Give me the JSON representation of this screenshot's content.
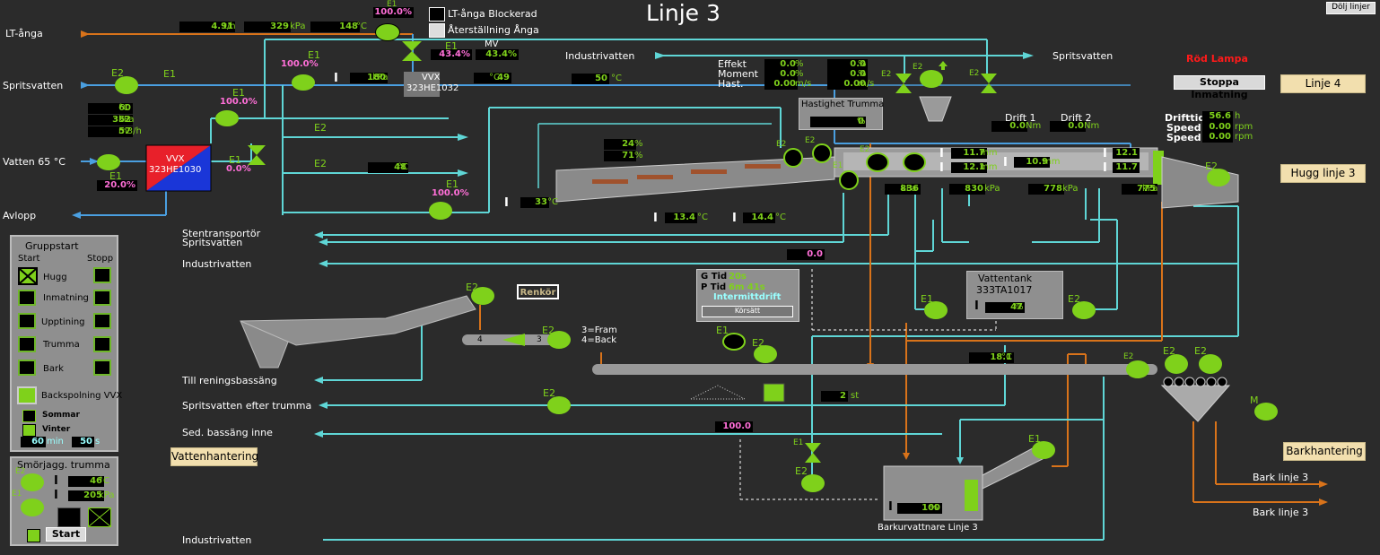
{
  "title": "Linje 3",
  "hide_button": "Dölj linjer",
  "checkboxes": {
    "lt_blocked": "LT-ånga Blockerad",
    "reset_steam": "Återställning Ånga"
  },
  "left_labels": {
    "lt_anga": "LT-ånga",
    "spritsvatten": "Spritsvatten",
    "vatten65": "Vatten 65 °C",
    "avlopp": "Avlopp",
    "stentransport": "Stentransportör",
    "spritsvatten2": "Spritsvatten",
    "industrivatten": "Industrivatten",
    "till_rening": "Till reningsbassäng",
    "sprits_efter": "Spritsvatten efter trumma",
    "sed_bassang": "Sed. bassäng inne",
    "industrivatten_bottom": "Industrivatten"
  },
  "right_labels": {
    "industrivatten_top": "Industrivatten",
    "spritsvatten_top": "Spritsvatten",
    "rod_lampa": "Röd Lampa",
    "bark_linje3_a": "Bark linje 3",
    "bark_linje3_b": "Bark linje 3"
  },
  "buttons": {
    "stoppa": "Stoppa Inmatning",
    "linje4": "Linje 4",
    "hugg_linje3": "Hugg linje 3",
    "barkhantering": "Barkhantering",
    "vattenhantering": "Vattenhantering",
    "renkor": "Renkör",
    "start": "Start",
    "korsatt": "Körsätt"
  },
  "steam": {
    "flow": "4.91",
    "flow_unit": "t/h",
    "pressure": "329",
    "pressure_unit": "kPa",
    "temp": "148",
    "temp_unit": "°C",
    "valve_label": "E1",
    "valve_pct": "100.0%",
    "e1_label": "E1",
    "e1_pct": "43.4%",
    "mv_label": "MV",
    "mv_pct": "43.4%"
  },
  "vvx1032": {
    "name": "VVX",
    "id": "323HE1032",
    "pressure": "180",
    "pressure_unit": "kPa",
    "temp_out": "49",
    "temp_out_unit": "°C",
    "temp_out2": "50",
    "temp_out2_unit": "°C"
  },
  "vvx1030": {
    "name": "VVX",
    "id": "323HE1030"
  },
  "spritsvatten_valves": {
    "e2": "E2",
    "e1": "E1",
    "e1b": "E1",
    "e1b_pct": "100.0%"
  },
  "hot_water": {
    "temp": "60",
    "temp_unit": "°C",
    "pressure": "352",
    "pressure_unit": "kPa",
    "flow": "57",
    "flow_unit": "m3/h",
    "valve_e1": "E1",
    "valve_pct": "100.0%",
    "e1_label2": "E1",
    "pct2": "0.0%",
    "e2_label": "E2",
    "e2_label2": "E2",
    "temp2": "48",
    "temp2_unit": "°C",
    "in_e1": "E1",
    "in_pct": "20.0%",
    "bottom_e1": "E1",
    "bottom_pct": "100.0%"
  },
  "drum": {
    "effekt_label": "Effekt",
    "moment_label": "Moment",
    "hast_label": "Hast.",
    "effekt1": "0.0",
    "moment1": "0.0",
    "hast1": "0.00",
    "effekt2": "0.0",
    "moment2": "0.0",
    "hast2": "0.00",
    "pct_unit": "%",
    "speed_unit": "m/s",
    "speed_title": "Hastighet Trumma",
    "speed_val": "0",
    "drift1_label": "Drift 1",
    "drift1": "0.0",
    "drift2_label": "Drift 2",
    "drift2": "0.0",
    "nm": "Nm",
    "drifttid_label": "Drifttid",
    "drifttid": "56.6",
    "drifttid_unit": "h",
    "speed_label": "Speed",
    "speed1": "0.00",
    "speed2": "0.00",
    "rpm": "rpm",
    "feed1": "24",
    "feed2": "71",
    "temp33": "33",
    "temp13": "13.4",
    "temp14": "14.4",
    "c": "°C",
    "gap1": "11.7",
    "gap2": "12.1",
    "gap3": "10.9",
    "gap4": "12.1",
    "gap5": "11.7",
    "mm": "mm",
    "p1": "836",
    "p2": "830",
    "p3": "778",
    "p4": "775",
    "kpa": "kPa",
    "e2_a": "E2",
    "e2_b": "E2",
    "e2_c": "E2",
    "e1_d": "E1",
    "e2_right": "E2",
    "e2_valve1": "E2",
    "e2_valve2": "E2",
    "e2_mid": "E2"
  },
  "industri_value": "0.0",
  "tank": {
    "name": "Vattentank",
    "id": "333TA1017",
    "level": "47",
    "unit": "%",
    "e1": "E1",
    "e2": "E2"
  },
  "timer": {
    "g_label": "G Tid",
    "g_val": "20s",
    "p_label": "P Tid",
    "p_val": "6m 41s",
    "mode": "Intermittdrift"
  },
  "conveyor": {
    "fram_back": "3=Fram\n4=Back",
    "fram": "3=Fram",
    "back": "4=Back",
    "four": "4",
    "three": "3",
    "e2": "E2",
    "e2b": "E2",
    "e1": "E1",
    "e2c": "E2",
    "temp": "18.1",
    "temp_unit": "°C",
    "e2d": "E2",
    "e2e": "E2",
    "e2f": "E2",
    "count": "2",
    "count_unit": "st",
    "m": "M"
  },
  "sed_value": "100.0",
  "bark_water": {
    "name": "Barkurvattnare Linje 3",
    "level": "100",
    "unit": "%",
    "e1": "E1",
    "e1b": "E1",
    "e2": "E2"
  },
  "group_start": {
    "title": "Gruppstart",
    "start": "Start",
    "stop": "Stopp",
    "items": [
      "Hugg",
      "Inmatning",
      "Upptining",
      "Trumma",
      "Bark"
    ],
    "backspolning": "Backspolning VVX",
    "sommar": "Sommar",
    "vinter": "Vinter",
    "min_val": "60",
    "min_unit": "min",
    "s_val": "50",
    "s_unit": "s"
  },
  "lube": {
    "title": "Smörjagg. trumma",
    "e2": "E2",
    "e1": "E1",
    "temp": "46",
    "temp_unit": "°C",
    "pressure": "205",
    "pressure_unit": "kPa"
  },
  "colors": {
    "green": "#7fd11b",
    "pink": "#ff6fd8",
    "cyan": "#5fd6d6",
    "orange": "#d9731a",
    "blue": "#3a8fd6",
    "bg": "#2b2b2b"
  }
}
